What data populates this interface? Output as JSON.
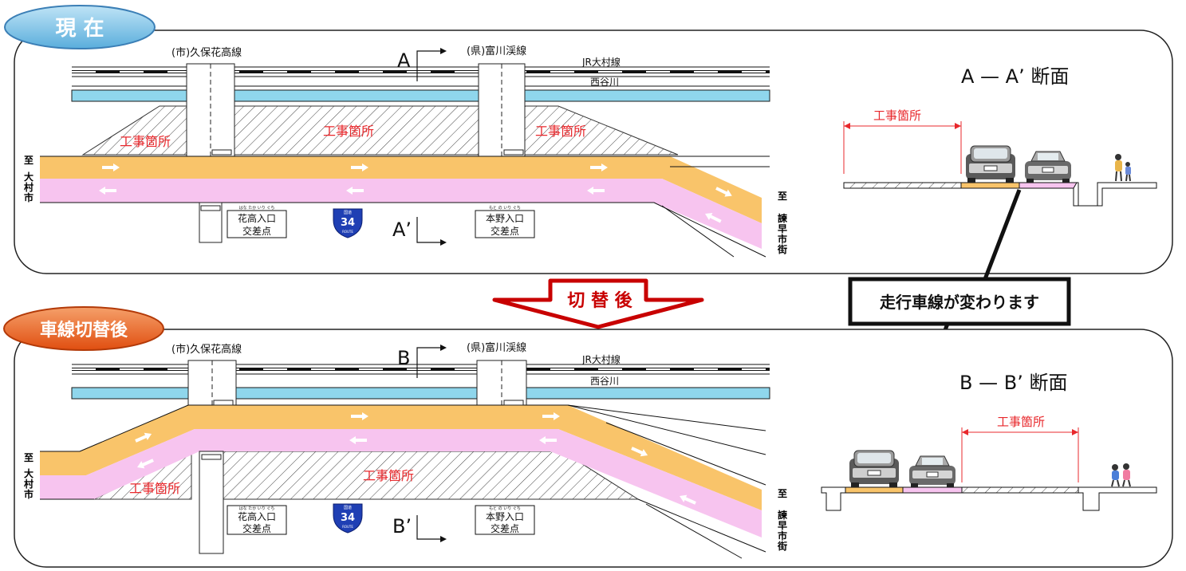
{
  "top_panel": {
    "label": "現 在",
    "road_left": "(市)久保花高線",
    "road_right": "(県)富川渓線",
    "rail": "JR大村線",
    "river": "西谷川",
    "section_marker": "A",
    "section_marker_prime": "A’",
    "work_areas": [
      "工事箇所",
      "工事箇所",
      "工事箇所"
    ],
    "intersection_left": {
      "ruby": "はな たか いり ぐち",
      "line1": "花高入口",
      "line2": "交差点"
    },
    "intersection_right": {
      "ruby": "もと の いり ぐち",
      "line1": "本野入口",
      "line2": "交差点"
    },
    "route_badge": {
      "top": "国道",
      "number": "34",
      "bottom": "ROUTE"
    },
    "left_dest": [
      "至",
      "大",
      "村",
      "市"
    ],
    "right_dest": [
      "至",
      "諫",
      "早",
      "市",
      "街"
    ],
    "cross_section_title": "A — A’ 断面",
    "cross_section_work": "工事箇所"
  },
  "transition": {
    "label": "切 替 後",
    "callout": "走行車線が変わります"
  },
  "bottom_panel": {
    "label": "車線切替後",
    "road_left": "(市)久保花高線",
    "road_right": "(県)富川渓線",
    "rail": "JR大村線",
    "river": "西谷川",
    "section_marker": "B",
    "section_marker_prime": "B’",
    "work_areas": [
      "工事箇所",
      "工事箇所"
    ],
    "intersection_left": {
      "ruby": "はな たか いり ぐち",
      "line1": "花高入口",
      "line2": "交差点"
    },
    "intersection_right": {
      "ruby": "もと の いり ぐち",
      "line1": "本野入口",
      "line2": "交差点"
    },
    "route_badge": {
      "top": "国道",
      "number": "34",
      "bottom": "ROUTE"
    },
    "left_dest": [
      "至",
      "大",
      "村",
      "市"
    ],
    "right_dest": [
      "至",
      "諫",
      "早",
      "市",
      "街"
    ],
    "cross_section_title": "B — B’ 断面",
    "cross_section_work": "工事箇所"
  },
  "colors": {
    "lane_orange": "#f9c46a",
    "lane_pink": "#f7c4ef",
    "river": "#8fd6ec",
    "work_red": "#e8282c",
    "label_blue": "#7fc3e6",
    "label_orange": "#e8622a",
    "arrow_red": "#c80000"
  }
}
